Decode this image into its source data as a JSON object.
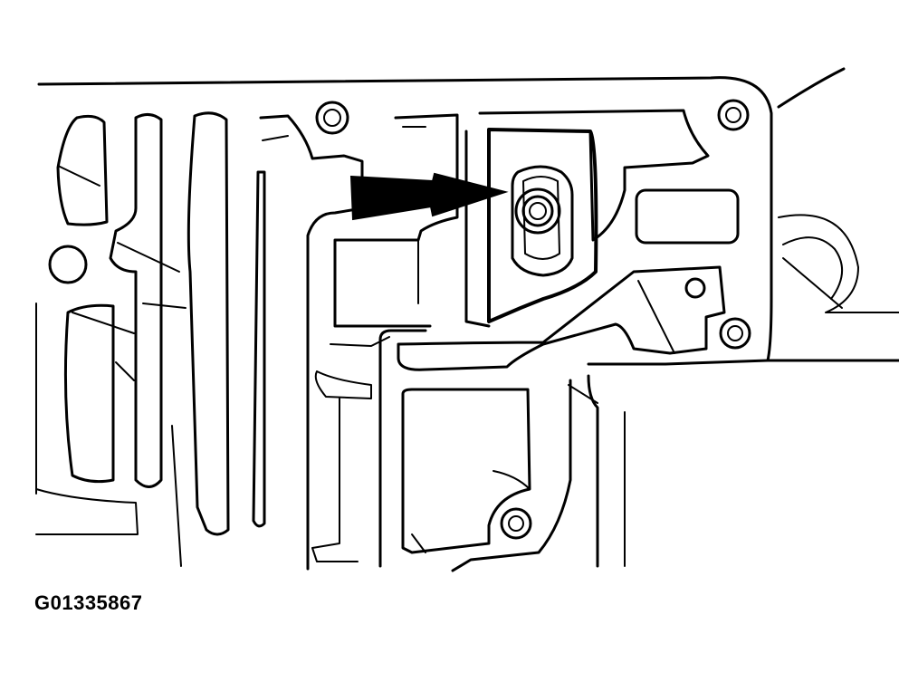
{
  "figure": {
    "id_label": "G01335867"
  },
  "colors": {
    "line": "#000000",
    "background": "#ffffff"
  },
  "callouts": [
    {
      "type": "arrow",
      "points_to": "round-port-with-plug"
    }
  ]
}
